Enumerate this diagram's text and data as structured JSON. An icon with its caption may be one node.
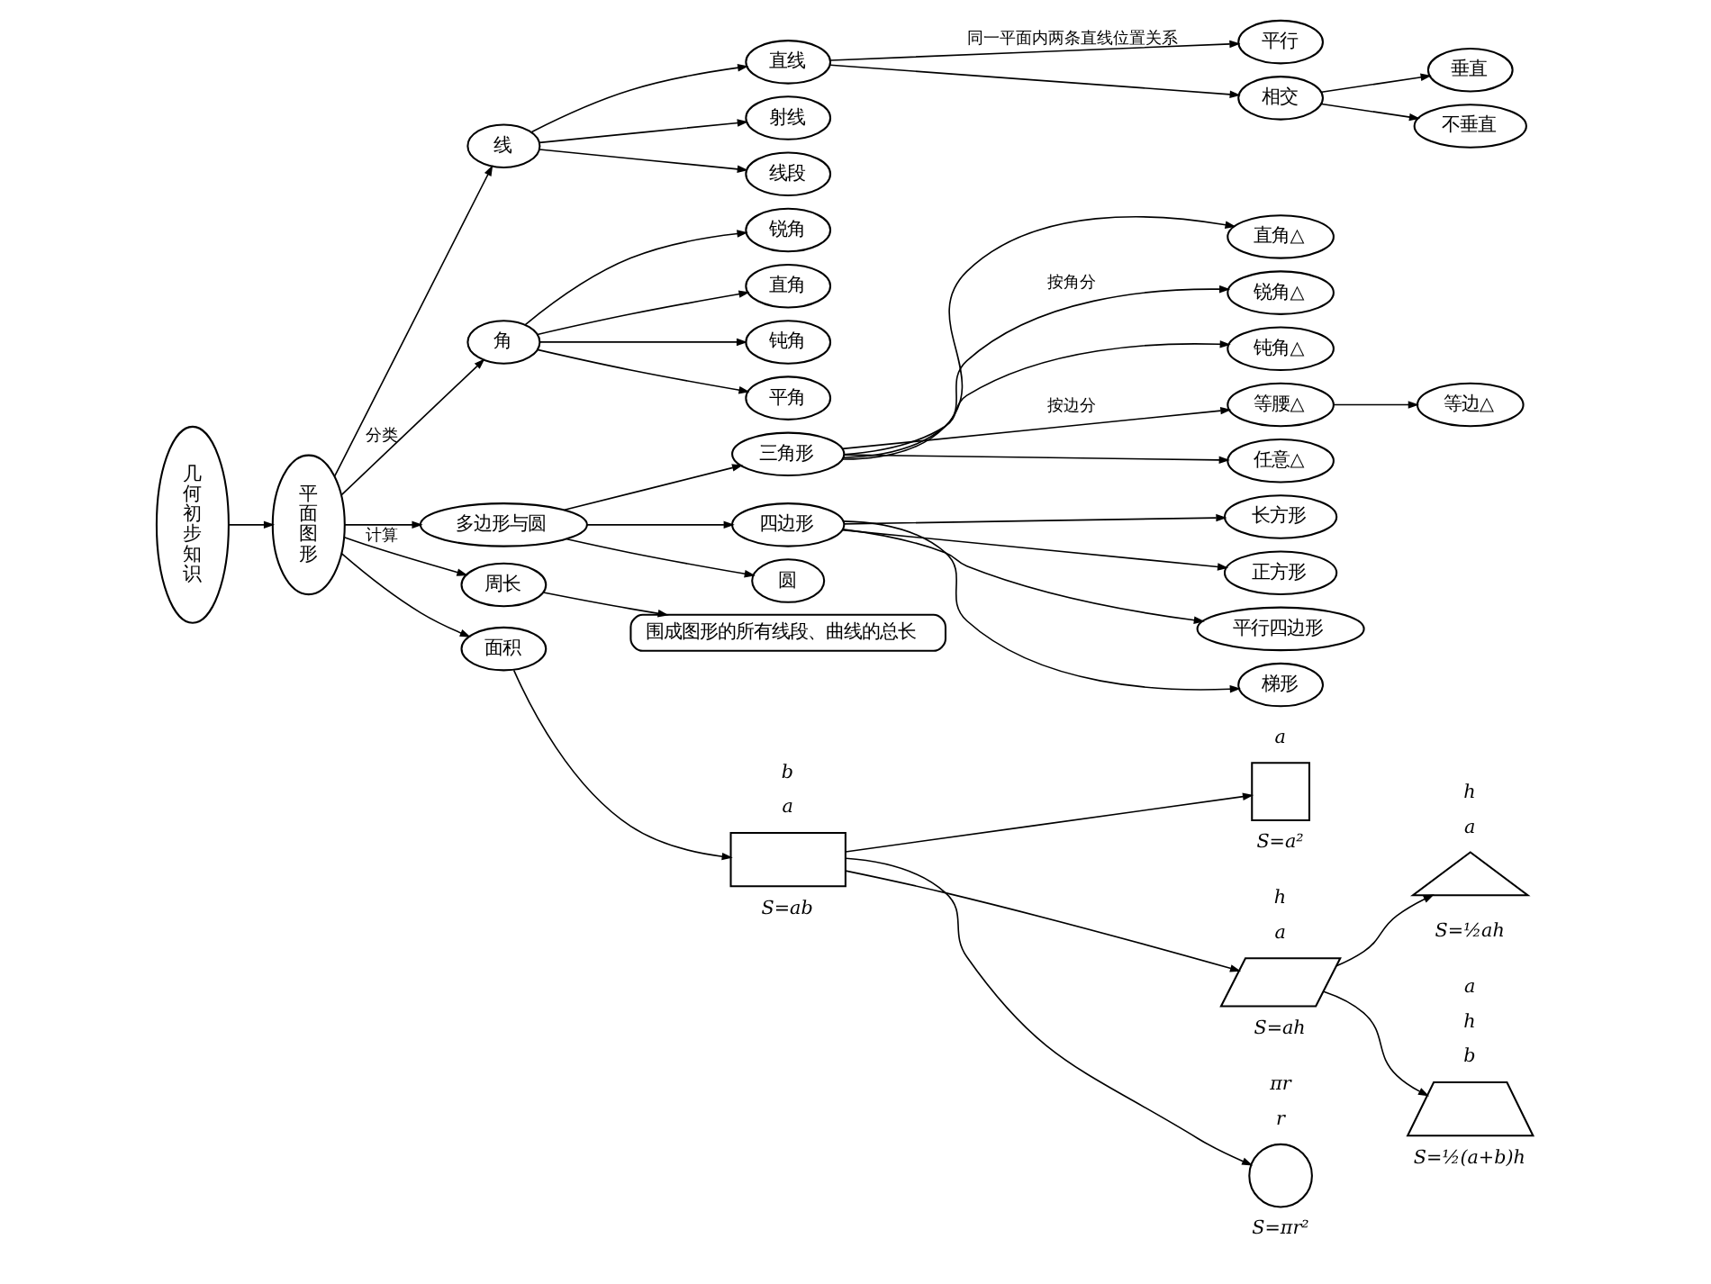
{
  "diagram": {
    "nodes": [
      {
        "text": [
          "几何初步知识"
        ]
      },
      {
        "text": [
          "平面图形"
        ]
      },
      {
        "text": [
          "线"
        ]
      },
      {
        "text": [
          "直线"
        ]
      },
      {
        "text": [
          "平行"
        ]
      },
      {
        "text": [
          "相交"
        ]
      },
      {
        "text": [
          "垂直"
        ]
      },
      {
        "text": [
          "不垂直"
        ]
      },
      {
        "text": [
          "射线"
        ]
      },
      {
        "text": [
          "线段"
        ]
      },
      {
        "text": [
          "角"
        ]
      },
      {
        "text": [
          "锐角"
        ]
      },
      {
        "text": [
          "直角"
        ]
      },
      {
        "text": [
          "钝角"
        ]
      },
      {
        "text": [
          "平角"
        ]
      },
      {
        "text": [
          "多边形与圆"
        ]
      },
      {
        "text": [
          "三角形"
        ]
      },
      {
        "text": [
          "直角△"
        ]
      },
      {
        "text": [
          "锐角△"
        ]
      },
      {
        "text": [
          "钝角△"
        ]
      },
      {
        "text": [
          "等腰△"
        ]
      },
      {
        "text": [
          "等边△"
        ]
      },
      {
        "text": [
          "任意△"
        ]
      },
      {
        "text": [
          "四边形"
        ]
      },
      {
        "text": [
          "长方形"
        ]
      },
      {
        "text": [
          "正方形"
        ]
      },
      {
        "text": [
          "平行四边形"
        ]
      },
      {
        "text": [
          "梯形"
        ]
      },
      {
        "text": [
          "圆"
        ]
      },
      {
        "text": [
          "周长"
        ]
      },
      {
        "text": [
          "围成图形的所有线段、曲线的总长"
        ]
      },
      {
        "text": [
          "面积"
        ]
      },
      {
        "text": [],
        "shape": "rectangle",
        "beside": [
          "S=ab"
        ]
      },
      {
        "text": [],
        "shape": "square",
        "beside": [
          "S=a²"
        ]
      },
      {
        "text": [],
        "shape": "parallelogram",
        "beside": [
          "S=ah"
        ]
      },
      {
        "text": [],
        "shape": "triangle",
        "beside": [
          "S=½ah"
        ]
      },
      {
        "text": [],
        "shape": "trapezoid",
        "beside": [
          "S=½(a+b)h"
        ]
      },
      {
        "text": [],
        "shape": "circle",
        "beside": [
          "S=πr²"
        ]
      }
    ],
    "edges": [
      {
        "from": 0,
        "to": 1,
        "arrow": "to"
      },
      {
        "from": 1,
        "to": 2,
        "arrow": "to"
      },
      {
        "from": 1,
        "to": 10,
        "arrow": "to",
        "label": "分类"
      },
      {
        "from": 1,
        "to": 15,
        "arrow": "to"
      },
      {
        "from": 2,
        "to": 3,
        "arrow": "to"
      },
      {
        "from": 3,
        "to": 4,
        "arrow": "to",
        "label": "同一平面内两条直线位置关系"
      },
      {
        "from": 3,
        "to": 5,
        "arrow": "to"
      },
      {
        "from": 5,
        "to": 6,
        "arrow": "to"
      },
      {
        "from": 5,
        "to": 7,
        "arrow": "to"
      },
      {
        "from": 2,
        "to": 8,
        "arrow": "to"
      },
      {
        "from": 2,
        "to": 9,
        "arrow": "to"
      },
      {
        "from": 10,
        "to": 11,
        "arrow": "to"
      },
      {
        "from": 10,
        "to": 12,
        "arrow": "to"
      },
      {
        "from": 10,
        "to": 13,
        "arrow": "to"
      },
      {
        "from": 10,
        "to": 14,
        "arrow": "to"
      },
      {
        "from": 15,
        "to": 16,
        "arrow": "to"
      },
      {
        "from": 16,
        "to": 17,
        "arrow": "to"
      },
      {
        "from": 16,
        "to": 18,
        "arrow": "to",
        "label": "按角分"
      },
      {
        "from": 16,
        "to": 19,
        "arrow": "to"
      },
      {
        "from": 16,
        "to": 20,
        "arrow": "to",
        "label": "按边分"
      },
      {
        "from": 20,
        "to": 21,
        "arrow": "to"
      },
      {
        "from": 16,
        "to": 22,
        "arrow": "to"
      },
      {
        "from": 15,
        "to": 23,
        "arrow": "to"
      },
      {
        "from": 23,
        "to": 24,
        "arrow": "to"
      },
      {
        "from": 23,
        "to": 25,
        "arrow": "to"
      },
      {
        "from": 23,
        "to": 26,
        "arrow": "to"
      },
      {
        "from": 23,
        "to": 27,
        "arrow": "to"
      },
      {
        "from": 15,
        "to": 28,
        "arrow": "to"
      },
      {
        "from": 1,
        "to": 29,
        "arrow": "to",
        "label": "计算"
      },
      {
        "from": 29,
        "to": 30,
        "arrow": "to"
      },
      {
        "from": 1,
        "to": 31,
        "arrow": "to"
      },
      {
        "from": 31,
        "to": 32,
        "arrow": "to"
      },
      {
        "from": 32,
        "to": 33,
        "arrow": "to"
      },
      {
        "from": 32,
        "to": 34,
        "arrow": "to"
      },
      {
        "from": 34,
        "to": 35,
        "arrow": "to"
      },
      {
        "from": 34,
        "to": 36,
        "arrow": "to"
      },
      {
        "from": 32,
        "to": 37,
        "arrow": "to"
      }
    ],
    "labels": [
      "b",
      "a",
      "a",
      "h",
      "a",
      "h",
      "a",
      "a",
      "h",
      "b",
      "πr",
      "r"
    ]
  }
}
